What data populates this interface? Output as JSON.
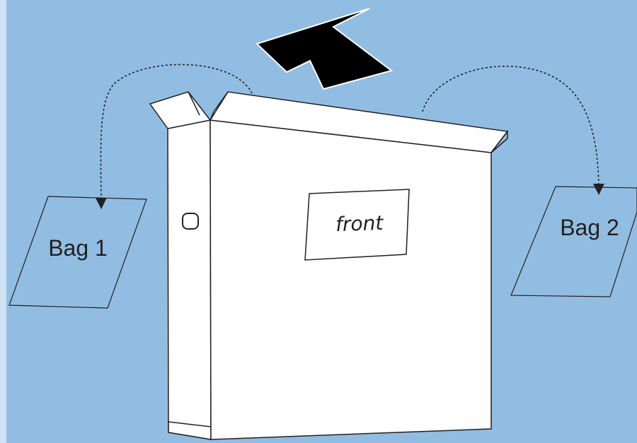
{
  "diagram": {
    "front_label": "front",
    "bag1_label": "Bag 1",
    "bag2_label": "Bag 2",
    "colors": {
      "background": "#92bde3",
      "left_edge": "#cfe1f3",
      "box_fill": "#ffffff",
      "stroke": "#231f20",
      "arrow": "#000000"
    },
    "icons": {
      "lift_arrow": "up-arrow-icon",
      "handle": "handle-hole-icon"
    }
  }
}
